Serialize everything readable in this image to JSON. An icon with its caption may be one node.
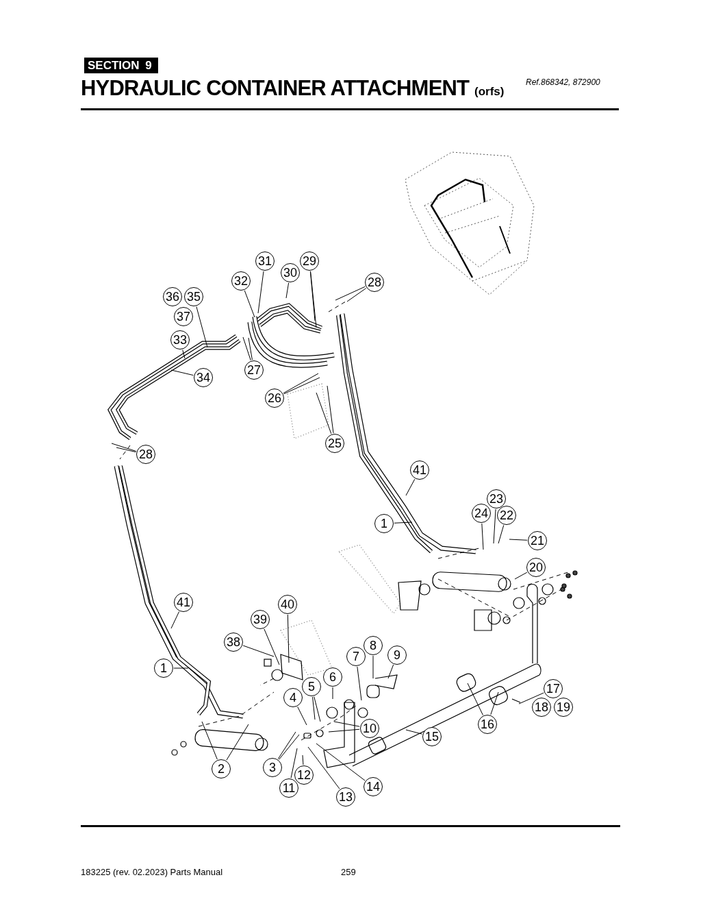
{
  "diagram": {
    "title": "HYDRAULIC CONTAINER ATTACHMENT",
    "nodes": [
      {
        "text": [
          "31"
        ]
      },
      {
        "text": [
          "29"
        ]
      },
      {
        "text": [
          "30"
        ]
      },
      {
        "text": [
          "32"
        ]
      },
      {
        "text": [
          "28"
        ]
      },
      {
        "text": [
          "36"
        ]
      },
      {
        "text": [
          "35"
        ]
      },
      {
        "text": [
          "37"
        ]
      },
      {
        "text": [
          "33"
        ]
      },
      {
        "text": [
          "27"
        ]
      },
      {
        "text": [
          "34"
        ]
      },
      {
        "text": [
          "26"
        ]
      },
      {
        "text": [
          "25"
        ]
      },
      {
        "text": [
          "28"
        ]
      },
      {
        "text": [
          "41"
        ]
      },
      {
        "text": [
          "23"
        ]
      },
      {
        "text": [
          "24"
        ]
      },
      {
        "text": [
          "22"
        ]
      },
      {
        "text": [
          "1"
        ]
      },
      {
        "text": [
          "21"
        ]
      },
      {
        "text": [
          "20"
        ]
      },
      {
        "text": [
          "41"
        ]
      },
      {
        "text": [
          "40"
        ]
      },
      {
        "text": [
          "39"
        ]
      },
      {
        "text": [
          "38"
        ]
      },
      {
        "text": [
          "8"
        ]
      },
      {
        "text": [
          "9"
        ]
      },
      {
        "text": [
          "7"
        ]
      },
      {
        "text": [
          "1"
        ]
      },
      {
        "text": [
          "5"
        ]
      },
      {
        "text": [
          "6"
        ]
      },
      {
        "text": [
          "17"
        ]
      },
      {
        "text": [
          "4"
        ]
      },
      {
        "text": [
          "18"
        ]
      },
      {
        "text": [
          "19"
        ]
      },
      {
        "text": [
          "16"
        ]
      },
      {
        "text": [
          "10"
        ]
      },
      {
        "text": [
          "15"
        ]
      },
      {
        "text": [
          "3"
        ]
      },
      {
        "text": [
          "2"
        ]
      },
      {
        "text": [
          "12"
        ]
      },
      {
        "text": [
          "14"
        ]
      },
      {
        "text": [
          "11"
        ]
      },
      {
        "text": [
          "13"
        ]
      }
    ],
    "edges": [
      {
        "from": 0,
        "to": null,
        "arrow": "none"
      },
      {
        "from": 1,
        "to": null,
        "arrow": "none"
      },
      {
        "from": 1,
        "to": null,
        "arrow": "none"
      },
      {
        "from": 2,
        "to": null,
        "arrow": "none"
      },
      {
        "from": 3,
        "to": null,
        "arrow": "none"
      },
      {
        "from": 4,
        "to": null,
        "arrow": "none"
      },
      {
        "from": 4,
        "to": null,
        "arrow": "none"
      },
      {
        "from": 6,
        "to": null,
        "arrow": "none"
      },
      {
        "from": 8,
        "to": null,
        "arrow": "none"
      },
      {
        "from": 9,
        "to": null,
        "arrow": "none"
      },
      {
        "from": 9,
        "to": null,
        "arrow": "none"
      },
      {
        "from": 10,
        "to": null,
        "arrow": "none"
      },
      {
        "from": 11,
        "to": null,
        "arrow": "none"
      },
      {
        "from": 11,
        "to": null,
        "arrow": "none"
      },
      {
        "from": 12,
        "to": null,
        "arrow": "none"
      },
      {
        "from": 12,
        "to": null,
        "arrow": "none"
      },
      {
        "from": 13,
        "to": null,
        "arrow": "none"
      },
      {
        "from": 13,
        "to": null,
        "arrow": "none"
      },
      {
        "from": 14,
        "to": null,
        "arrow": "none"
      },
      {
        "from": 15,
        "to": null,
        "arrow": "none"
      },
      {
        "from": 16,
        "to": null,
        "arrow": "none"
      },
      {
        "from": 17,
        "to": null,
        "arrow": "none"
      },
      {
        "from": 18,
        "to": null,
        "arrow": "none"
      },
      {
        "from": 19,
        "to": null,
        "arrow": "none"
      },
      {
        "from": 20,
        "to": null,
        "arrow": "none"
      },
      {
        "from": 21,
        "to": null,
        "arrow": "none"
      },
      {
        "from": 22,
        "to": null,
        "arrow": "none"
      },
      {
        "from": 23,
        "to": null,
        "arrow": "none"
      },
      {
        "from": 24,
        "to": null,
        "arrow": "none"
      },
      {
        "from": 25,
        "to": null,
        "arrow": "none"
      },
      {
        "from": 26,
        "to": null,
        "arrow": "none"
      },
      {
        "from": 27,
        "to": null,
        "arrow": "none"
      },
      {
        "from": 28,
        "to": null,
        "arrow": "none"
      },
      {
        "from": 29,
        "to": null,
        "arrow": "none"
      },
      {
        "from": 29,
        "to": null,
        "arrow": "none"
      },
      {
        "from": 30,
        "to": null,
        "arrow": "none"
      },
      {
        "from": 31,
        "to": null,
        "arrow": "none"
      },
      {
        "from": 32,
        "to": null,
        "arrow": "none"
      },
      {
        "from": 35,
        "to": null,
        "arrow": "none"
      },
      {
        "from": 35,
        "to": null,
        "arrow": "none"
      },
      {
        "from": 36,
        "to": null,
        "arrow": "none"
      },
      {
        "from": 36,
        "to": null,
        "arrow": "none"
      },
      {
        "from": 37,
        "to": null,
        "arrow": "none"
      },
      {
        "from": 38,
        "to": null,
        "arrow": "none"
      },
      {
        "from": 38,
        "to": null,
        "arrow": "none"
      },
      {
        "from": 39,
        "to": null,
        "arrow": "none"
      },
      {
        "from": 39,
        "to": null,
        "arrow": "none"
      },
      {
        "from": 40,
        "to": null,
        "arrow": "none"
      },
      {
        "from": 41,
        "to": null,
        "arrow": "none"
      },
      {
        "from": 42,
        "to": null,
        "arrow": "none"
      },
      {
        "from": 43,
        "to": null,
        "arrow": "none"
      }
    ],
    "labels": [
      "SECTION 9",
      "(orfs)",
      "Ref.868342, 872900",
      "183225 (rev. 02.2023) Parts Manual",
      "259"
    ]
  }
}
